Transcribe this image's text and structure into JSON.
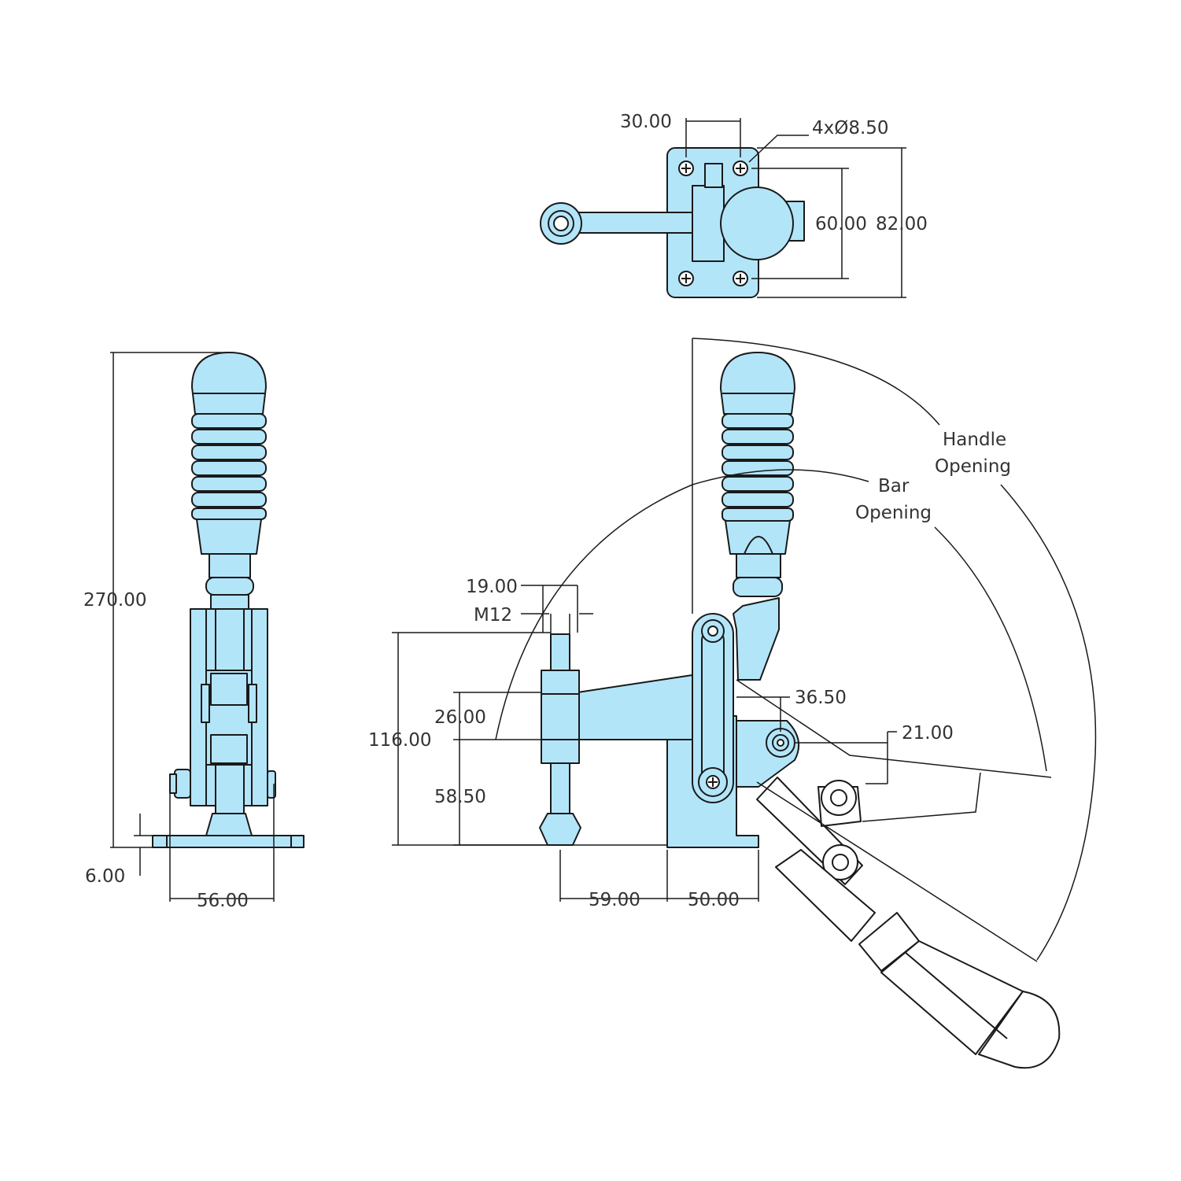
{
  "colors": {
    "part_fill": "#b3e5f9",
    "line": "#1a1a1a",
    "text": "#333333",
    "background": "#ffffff"
  },
  "top_view": {
    "dim_hole_spacing": "30.00",
    "dim_holes": "4xØ8.50",
    "dim_inner": "60.00",
    "dim_outer": "82.00"
  },
  "side_view": {
    "dim_height": "270.00",
    "dim_base": "6.00",
    "dim_width": "56.00"
  },
  "front_view": {
    "dim_19": "19.00",
    "dim_m12": "M12",
    "dim_116": "116.00",
    "dim_26": "26.00",
    "dim_58": "58.50",
    "dim_59": "59.00",
    "dim_50": "50.00",
    "dim_36": "36.50",
    "dim_21": "21.00",
    "label_handle_1": "Handle",
    "label_handle_2": "Opening",
    "label_bar_1": "Bar",
    "label_bar_2": "Opening"
  }
}
